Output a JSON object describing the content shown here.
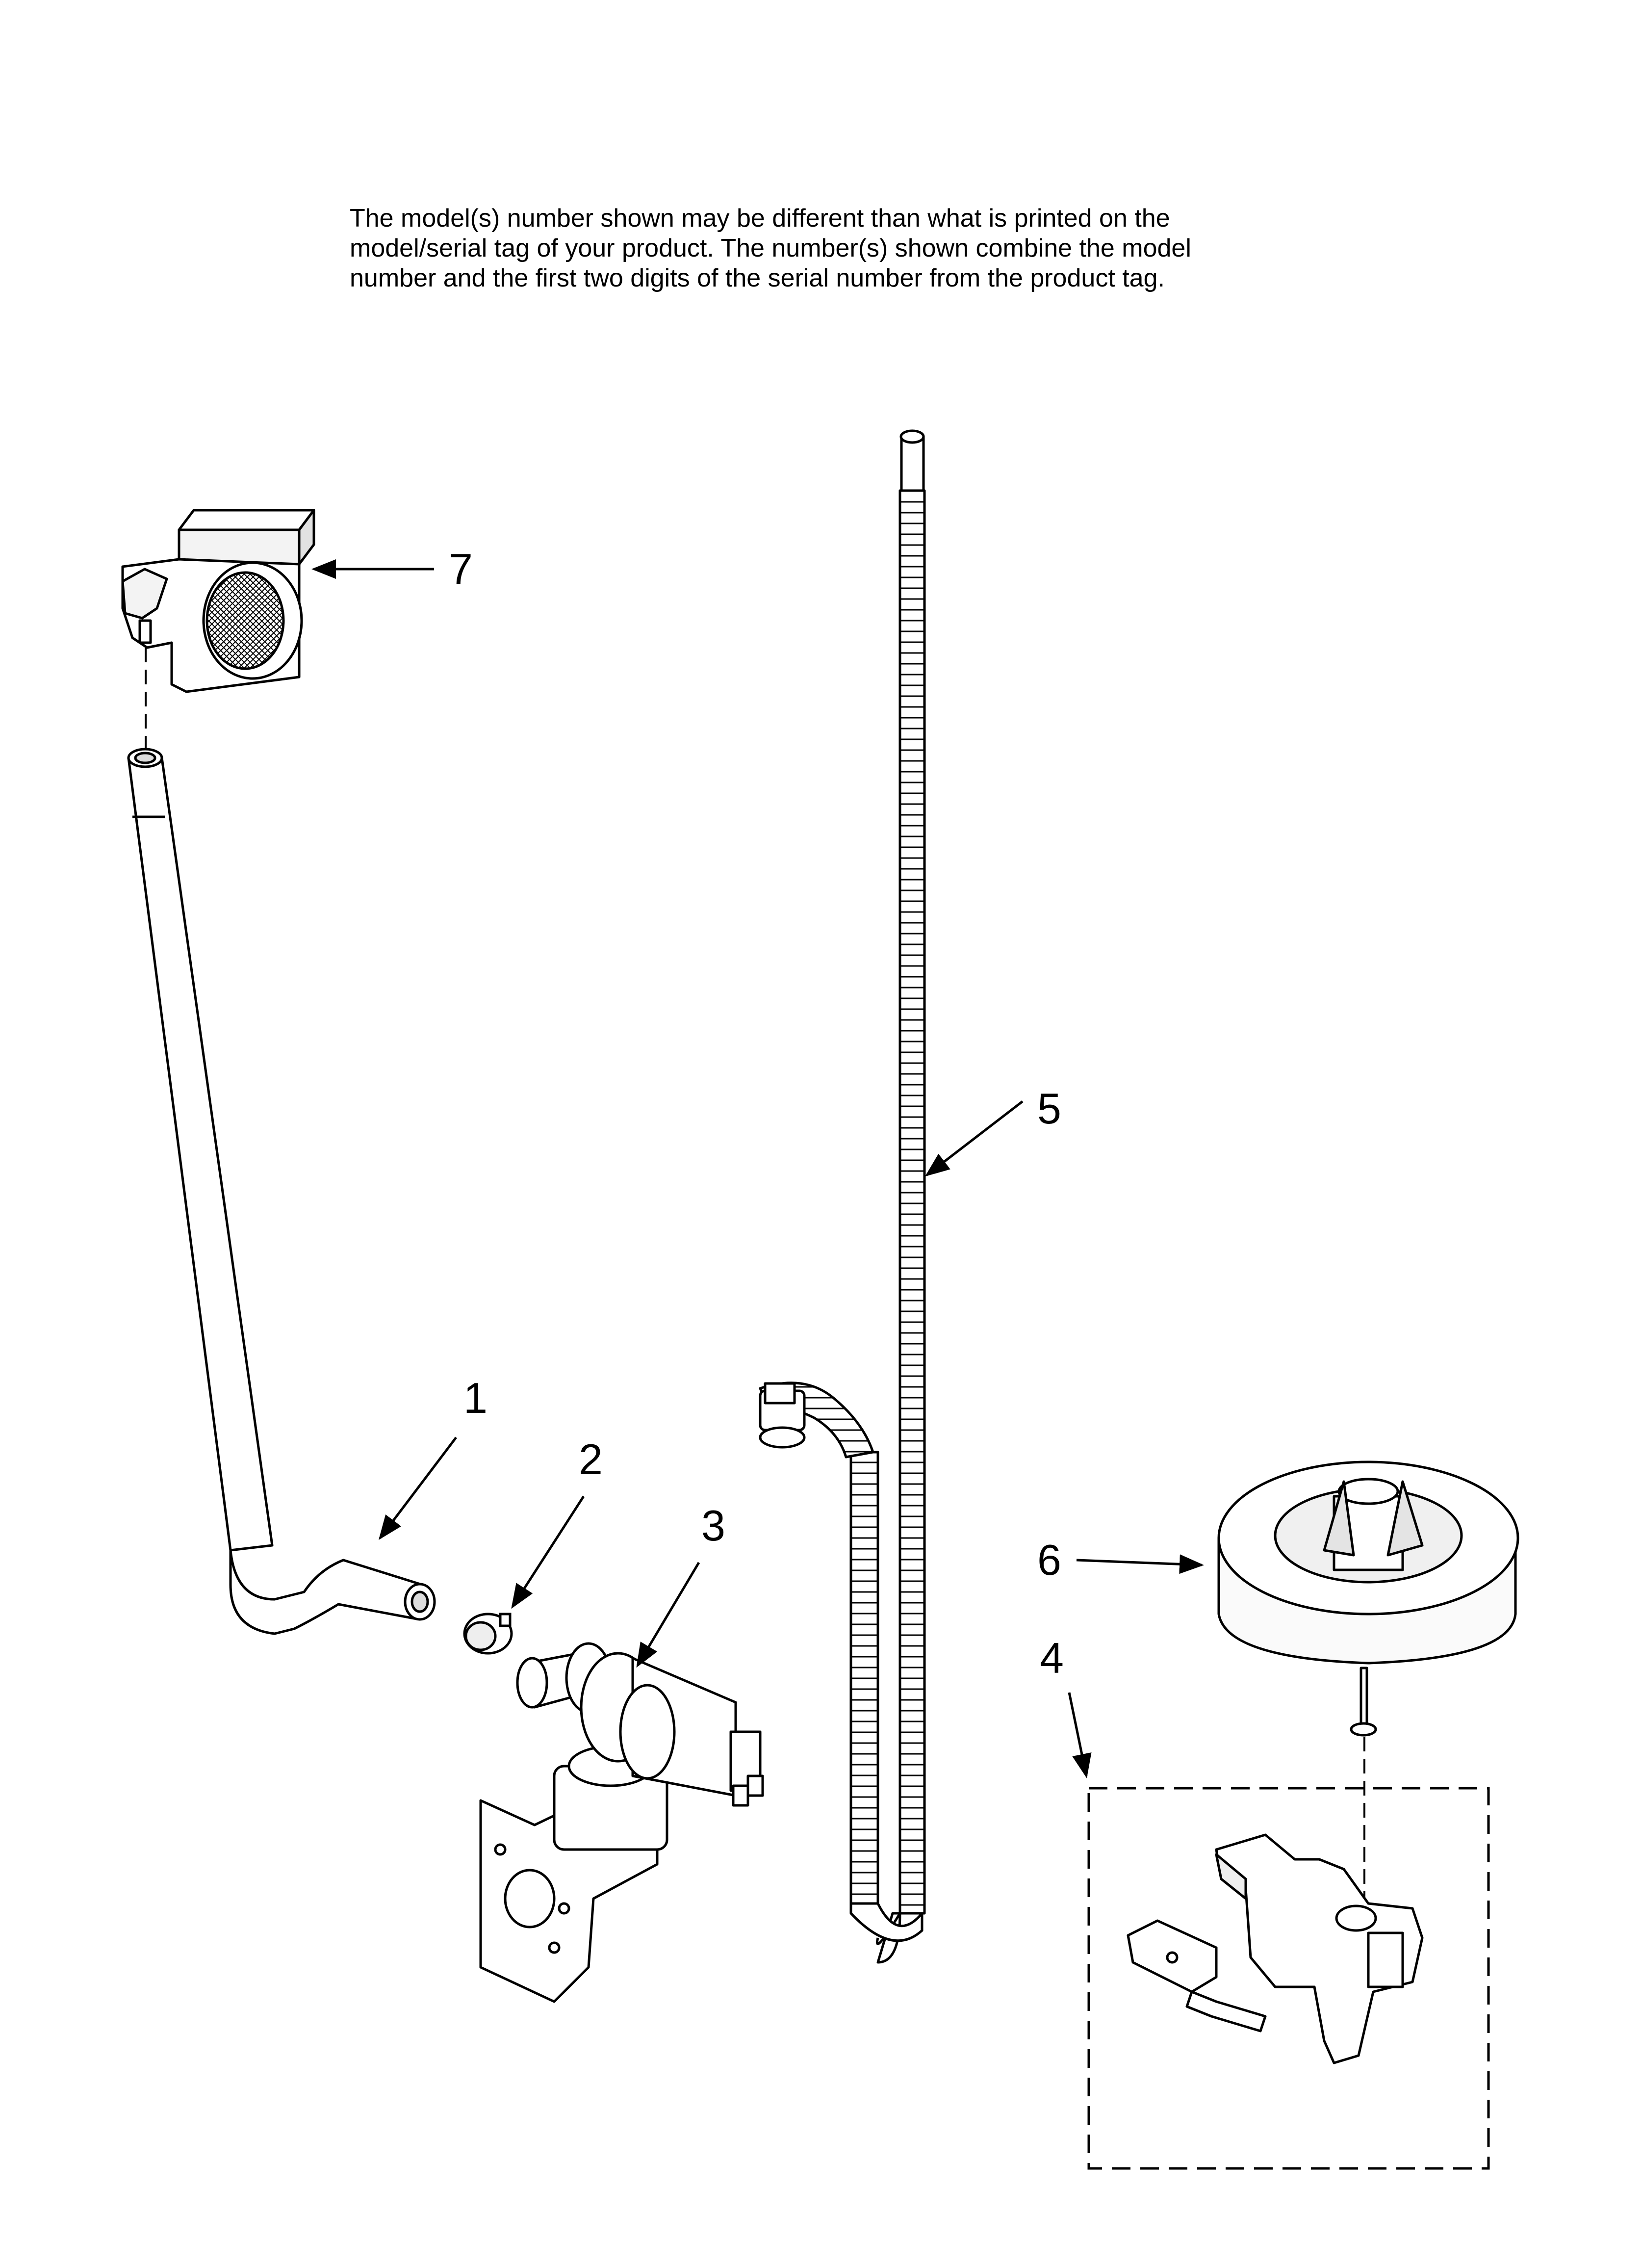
{
  "note": {
    "lines": [
      "The model(s) number shown may be different than what is printed on the",
      "model/serial tag of your product. The number(s) shown combine the model",
      "number and the first two digits of the serial number from the product tag."
    ]
  },
  "callouts": {
    "c1": "1",
    "c2": "2",
    "c3": "3",
    "c4": "4",
    "c5": "5",
    "c6": "6",
    "c7": "7"
  }
}
